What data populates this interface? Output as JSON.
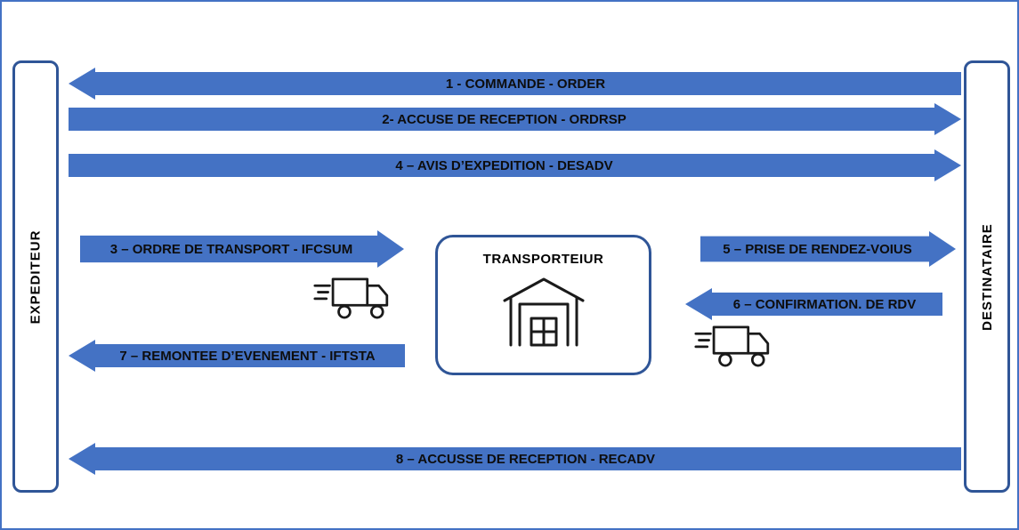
{
  "actors": {
    "left": "EXPEDITEUR",
    "right": "DESTINATAIRE",
    "center": "TRANSPORTEIUR"
  },
  "arrows": [
    {
      "label": "1 - COMMANDE - ORDER",
      "direction": "left",
      "span": "destinataire-to-expediteur"
    },
    {
      "label": "2- ACCUSE DE RECEPTION - ORDRSP",
      "direction": "right",
      "span": "expediteur-to-destinataire"
    },
    {
      "label": "4 – AVIS D’EXPEDITION - DESADV",
      "direction": "right",
      "span": "expediteur-to-destinataire"
    },
    {
      "label": "3 – ORDRE DE TRANSPORT - IFCSUM",
      "direction": "right",
      "span": "expediteur-to-transporteur"
    },
    {
      "label": "5 – PRISE DE RENDEZ-VOIUS",
      "direction": "right",
      "span": "transporteur-to-destinataire"
    },
    {
      "label": "6 – CONFIRMATION. DE RDV",
      "direction": "left",
      "span": "destinataire-to-transporteur"
    },
    {
      "label": "7 – REMONTEE D’EVENEMENT - IFTSTA",
      "direction": "left",
      "span": "transporteur-to-expediteur"
    },
    {
      "label": "8 – ACCUSSE DE RECEPTION - RECADV",
      "direction": "left",
      "span": "destinataire-to-expediteur"
    }
  ],
  "icons": {
    "center_box": "warehouse-icon",
    "left_middle": "truck-icon",
    "right_middle": "truck-icon"
  },
  "colors": {
    "arrow_fill": "#4472C4",
    "box_border": "#2F5597",
    "outer_border": "#4472C4",
    "label_text": "#0D0D0D"
  }
}
